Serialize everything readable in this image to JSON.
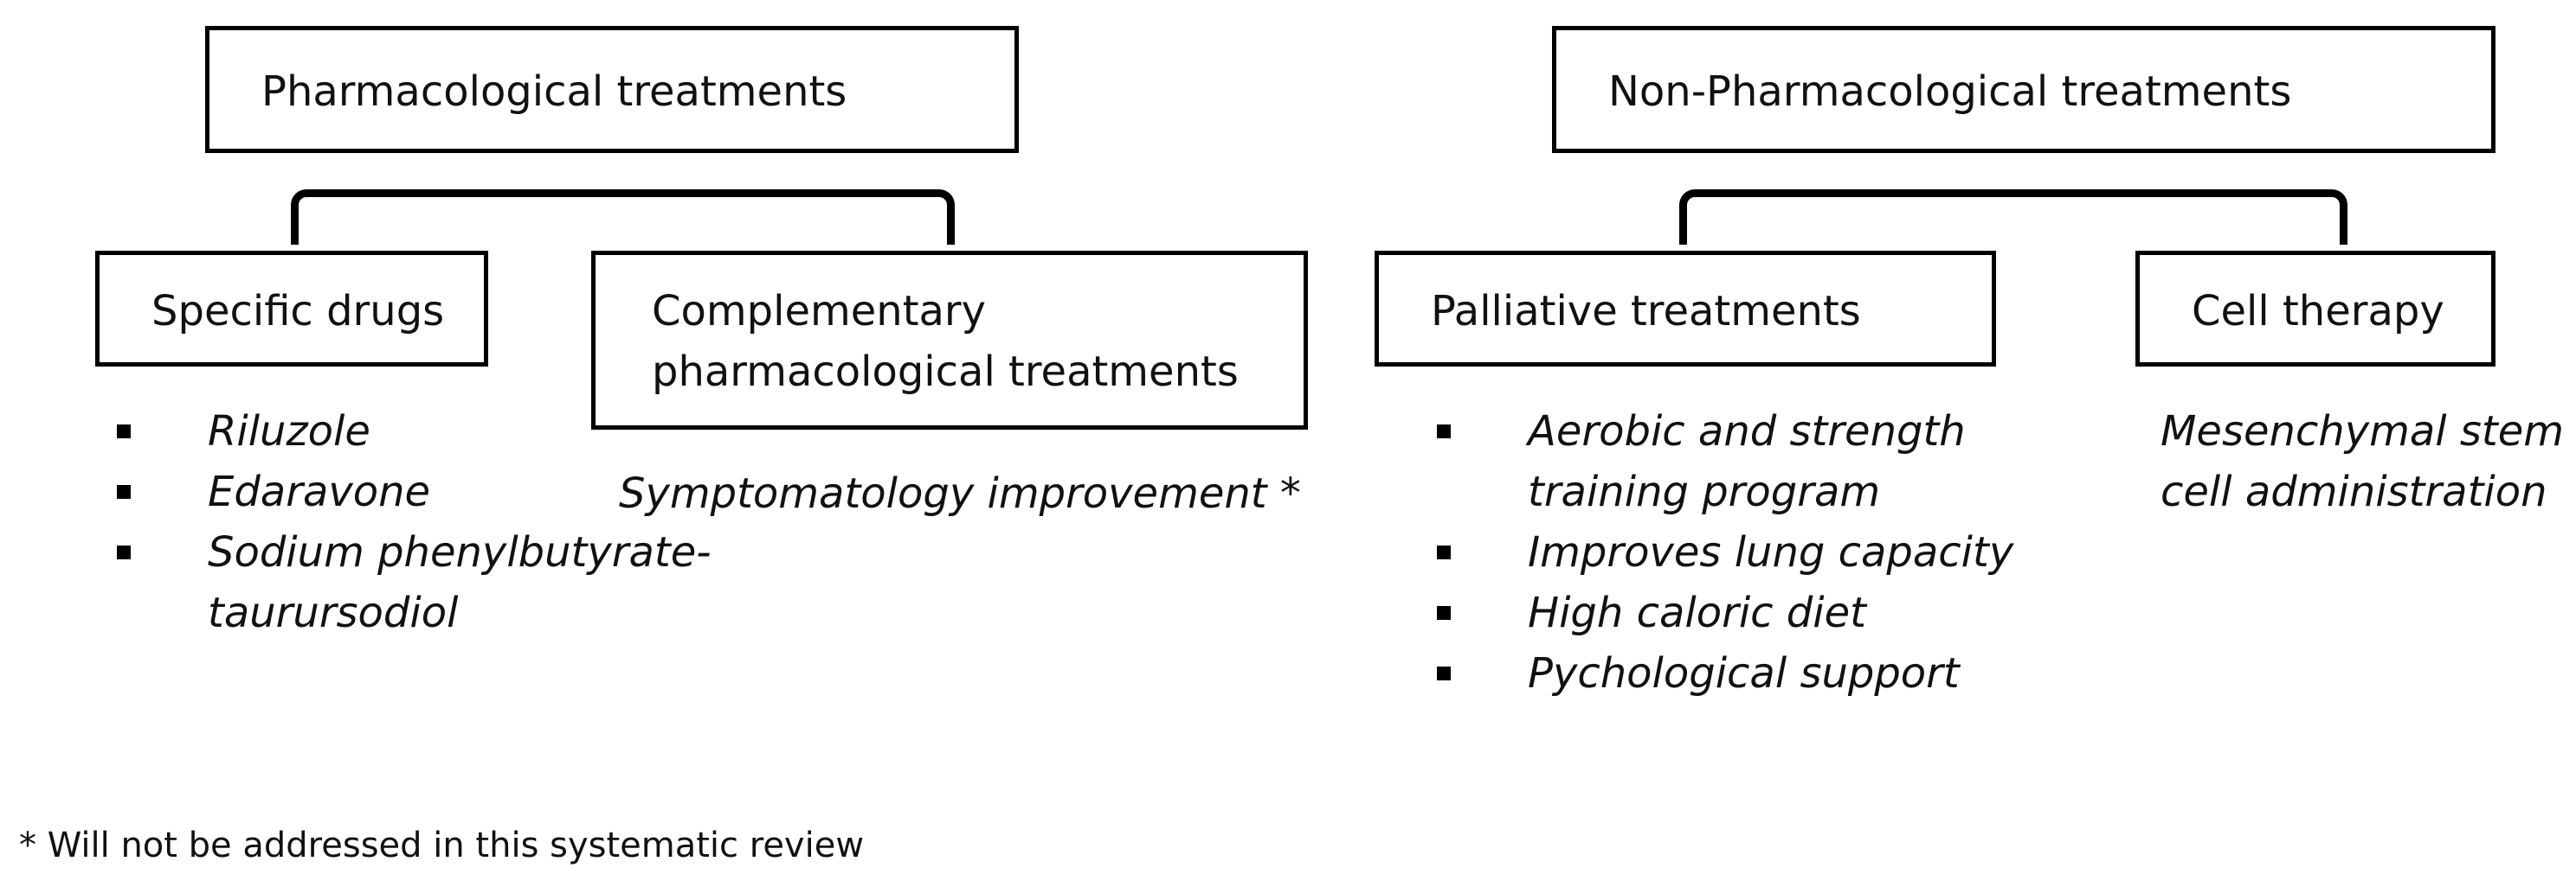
{
  "pharmacological": {
    "title": "Pharmacological treatments",
    "specific_drugs": {
      "title": "Specific drugs",
      "items": [
        "Riluzole",
        "Edaravone",
        "Sodium phenylbutyrate-",
        "taurursodiol"
      ]
    },
    "complementary": {
      "title_line1": "Complementary",
      "title_line2": "pharmacological treatments",
      "note": "Symptomatology improvement *"
    }
  },
  "non_pharmacological": {
    "title": "Non-Pharmacological treatments",
    "palliative": {
      "title": "Palliative treatments",
      "items": [
        "Aerobic and strength",
        "training program",
        "Improves lung capacity",
        "High caloric diet",
        "Pychological support"
      ]
    },
    "cell_therapy": {
      "title": "Cell therapy",
      "description_line1": "Mesenchymal stem",
      "description_line2": "cell administration"
    }
  },
  "footnote": "* Will not be addressed in this systematic review",
  "colors": {
    "line": "#000000",
    "background": "#ffffff"
  }
}
